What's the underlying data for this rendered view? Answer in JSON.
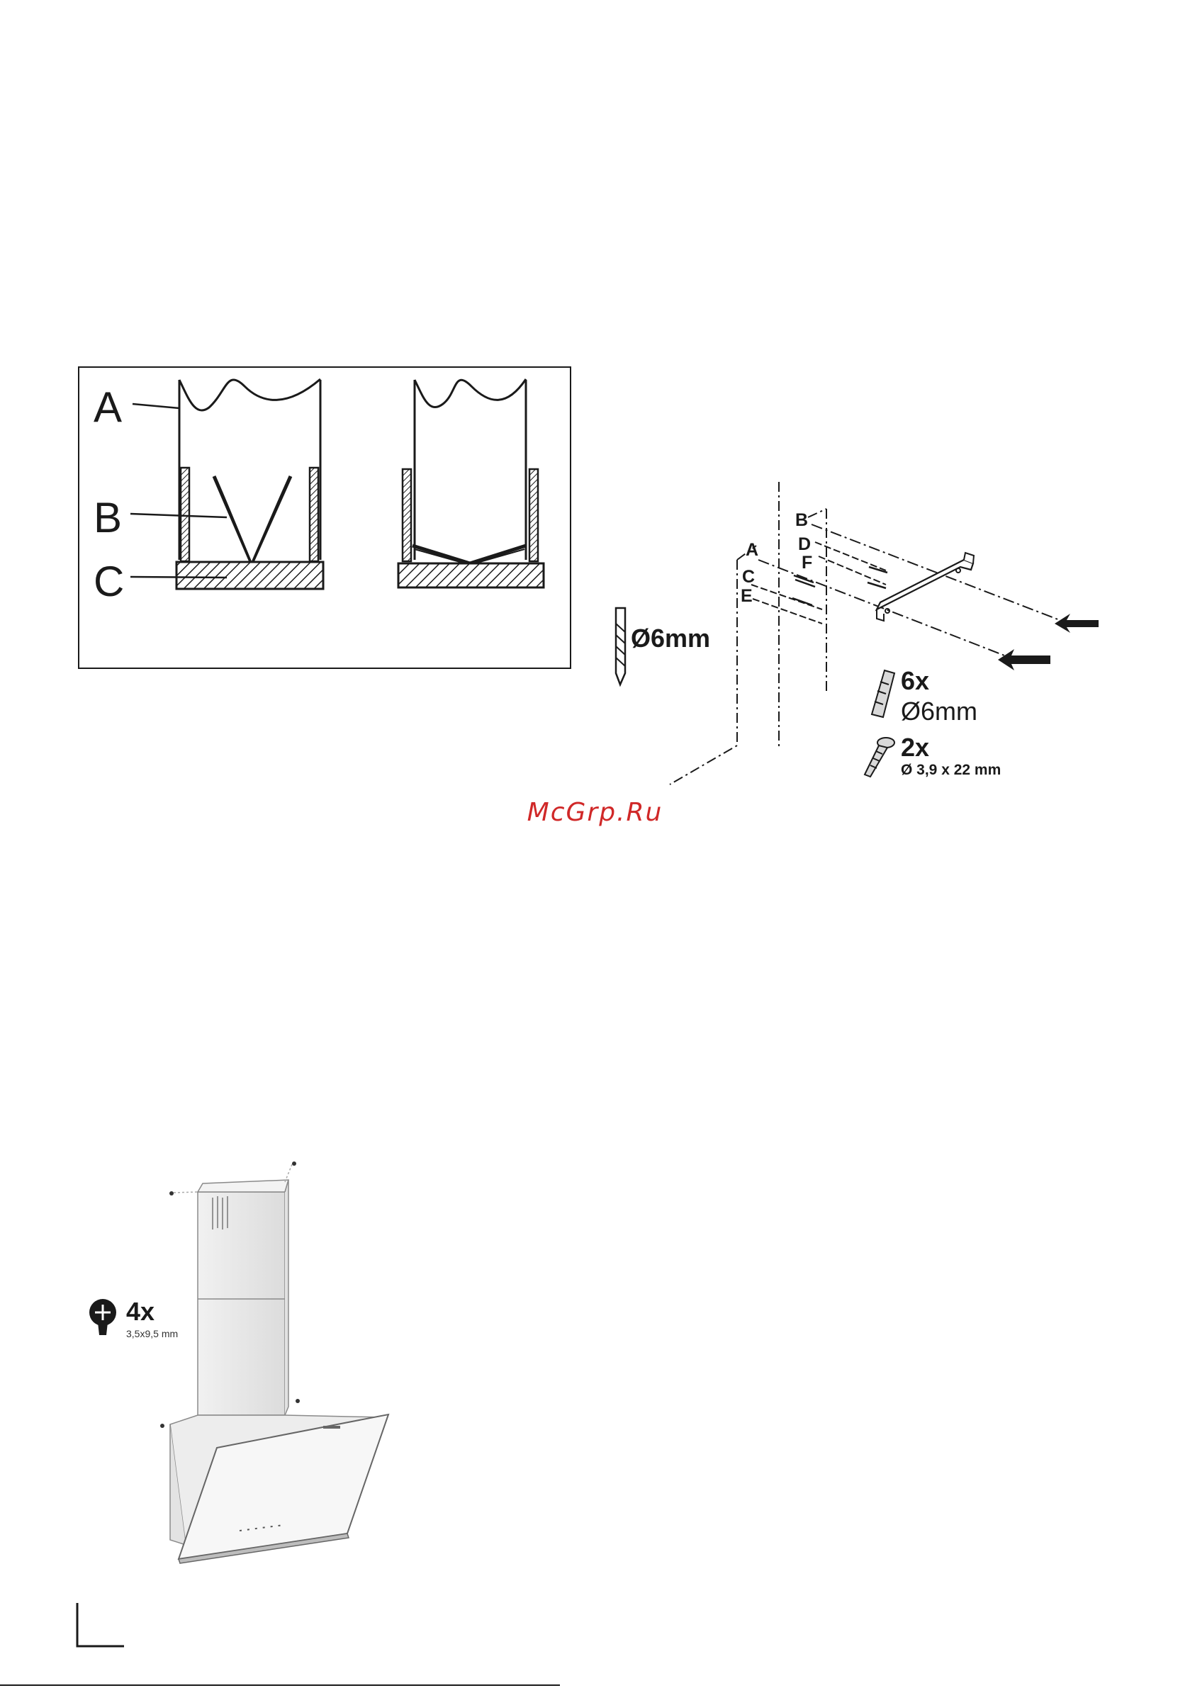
{
  "figure1": {
    "callout_a": "A",
    "callout_b": "B",
    "callout_c": "C"
  },
  "figure2": {
    "drill_label": "Ø6mm",
    "points": [
      "A",
      "B",
      "C",
      "D",
      "E",
      "F"
    ],
    "dowels_count": "6x",
    "dowels_size": "Ø6mm",
    "screws_count": "2x",
    "screws_size": "Ø 3,9 x 22 mm"
  },
  "watermark": "McGrp.Ru",
  "figure3": {
    "screws_count": "4x",
    "screws_size": "3,5x9,5 mm"
  },
  "icons": [
    "drill-bit-icon",
    "wall-plug-icon",
    "screw-icon",
    "screw-head-icon",
    "arrow-icon"
  ]
}
